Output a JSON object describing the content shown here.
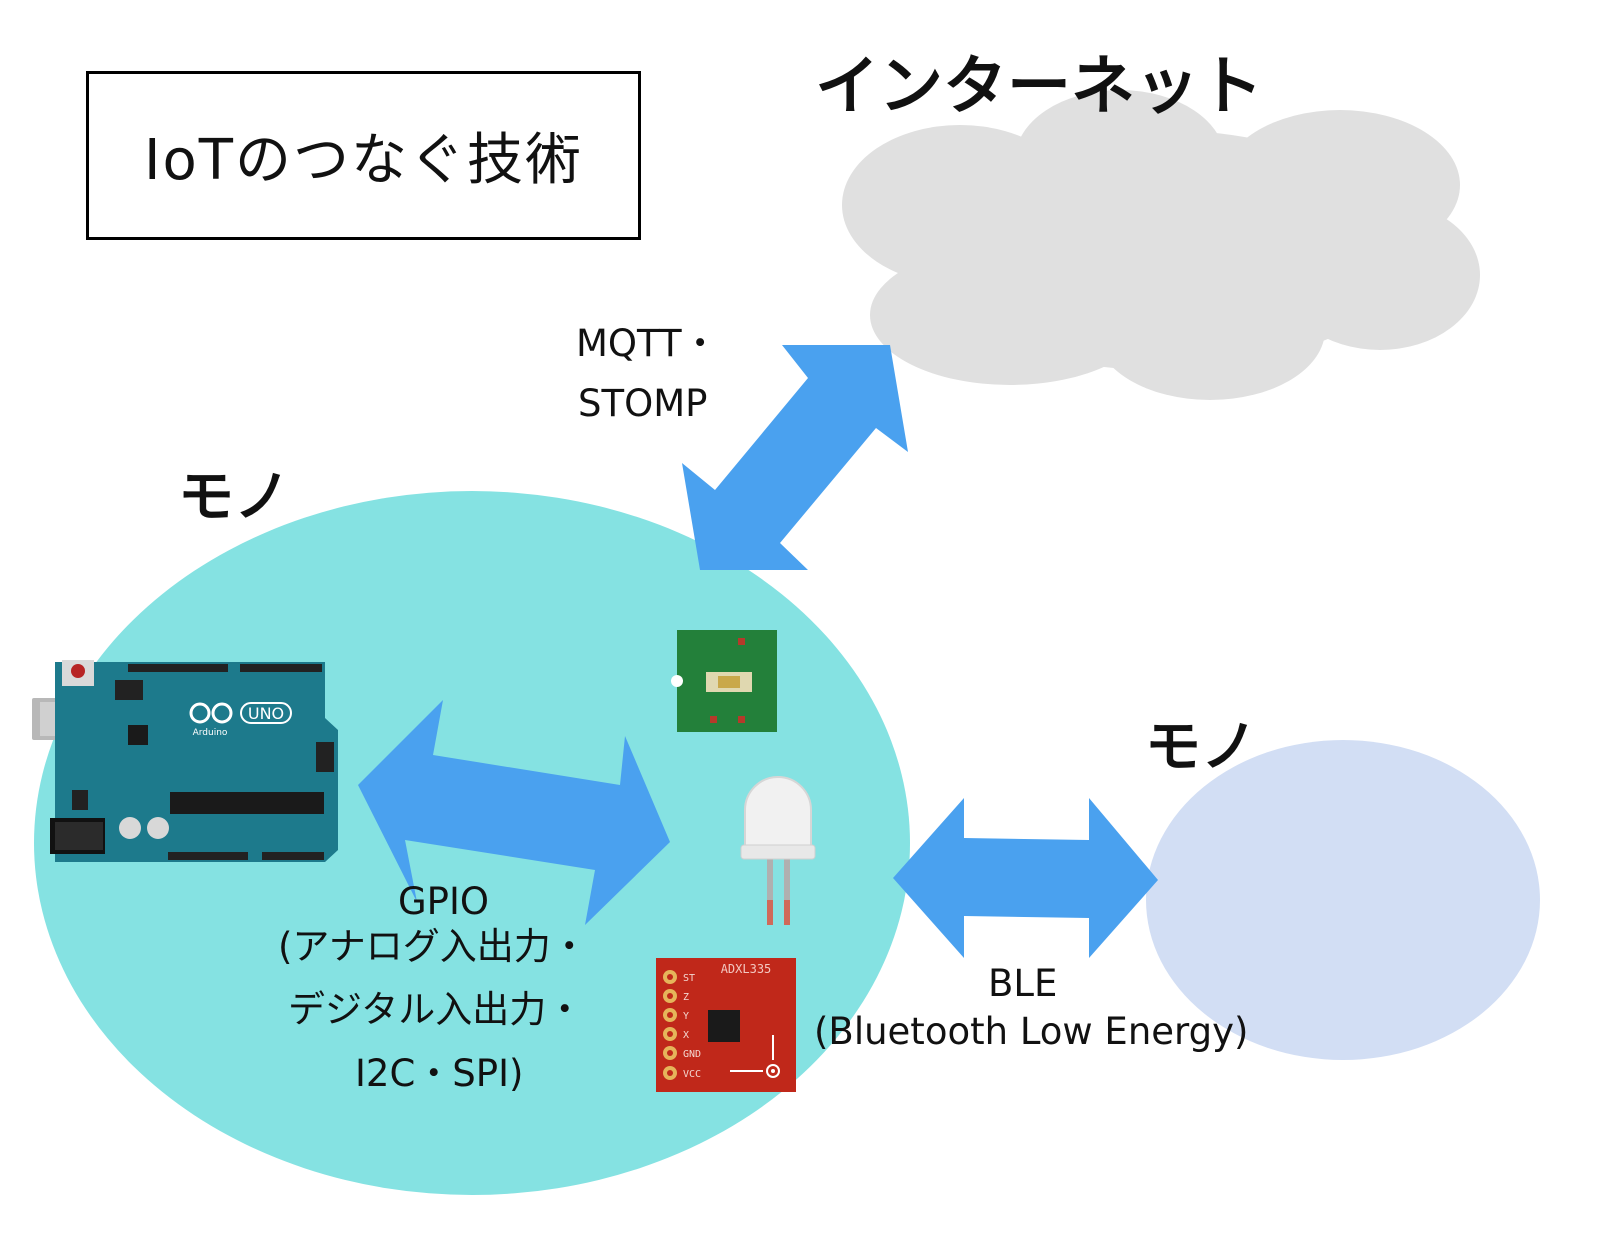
{
  "title": "IoTのつなぐ技術",
  "headings": {
    "internet": "インターネット",
    "thing_left": "モノ",
    "thing_right": "モノ"
  },
  "labels": {
    "mqtt_line1": "MQTT・",
    "mqtt_line2": "STOMP",
    "gpio_line1": "GPIO",
    "gpio_line2": "(アナログ入出力・",
    "gpio_line3": "デジタル入出力・",
    "gpio_line4": "I2C・SPI)",
    "ble_line1": "BLE",
    "ble_line2": "(Bluetooth Low Energy)"
  },
  "devices": {
    "arduino_model": "UNO",
    "arduino_brand": "Arduino",
    "accelerometer_model": "ADXL335",
    "accelerometer_pins": [
      "ST",
      "Z",
      "Y",
      "X",
      "GND",
      "VCC"
    ]
  },
  "colors": {
    "cloud": "#e0e0e0",
    "thing_left": "#85e2e2",
    "thing_right": "#d2def4",
    "arrow": "#4aa1ef",
    "arduino_board": "#1d7a8c",
    "sensor_board": "#c0281a",
    "light_sensor_board": "#23803a"
  }
}
